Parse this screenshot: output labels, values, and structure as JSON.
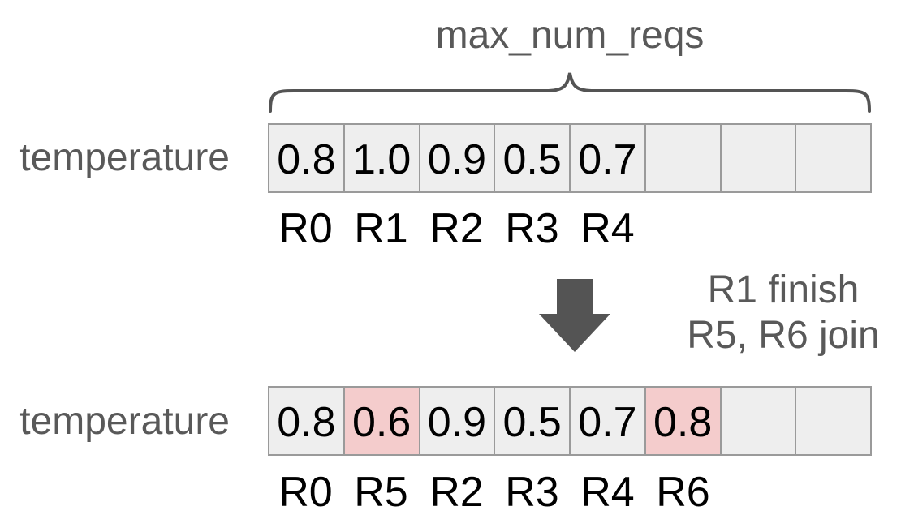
{
  "colors": {
    "gray_text": "#595959",
    "black_text": "#000000",
    "cell_fill": "#eeeeee",
    "cell_highlight": "#f4cccc",
    "cell_border": "#9a9a9a",
    "shape_gray": "#545454",
    "background": "#ffffff"
  },
  "brace_label": "max_num_reqs",
  "icons": {
    "brace": "curly-brace",
    "arrow": "down-arrow"
  },
  "top_section": {
    "row_label": "temperature",
    "cells": [
      {
        "value": "0.8",
        "highlight": false
      },
      {
        "value": "1.0",
        "highlight": false
      },
      {
        "value": "0.9",
        "highlight": false
      },
      {
        "value": "0.5",
        "highlight": false
      },
      {
        "value": "0.7",
        "highlight": false
      },
      {
        "value": "",
        "highlight": false
      },
      {
        "value": "",
        "highlight": false
      },
      {
        "value": "",
        "highlight": false
      }
    ],
    "request_labels": [
      "R0",
      "R1",
      "R2",
      "R3",
      "R4"
    ]
  },
  "transition": {
    "note_lines": [
      "R1 finish",
      "R5, R6 join"
    ]
  },
  "bottom_section": {
    "row_label": "temperature",
    "cells": [
      {
        "value": "0.8",
        "highlight": false
      },
      {
        "value": "0.6",
        "highlight": true
      },
      {
        "value": "0.9",
        "highlight": false
      },
      {
        "value": "0.5",
        "highlight": false
      },
      {
        "value": "0.7",
        "highlight": false
      },
      {
        "value": "0.8",
        "highlight": true
      },
      {
        "value": "",
        "highlight": false
      },
      {
        "value": "",
        "highlight": false
      }
    ],
    "request_labels": [
      "R0",
      "R5",
      "R2",
      "R3",
      "R4",
      "R6"
    ]
  }
}
